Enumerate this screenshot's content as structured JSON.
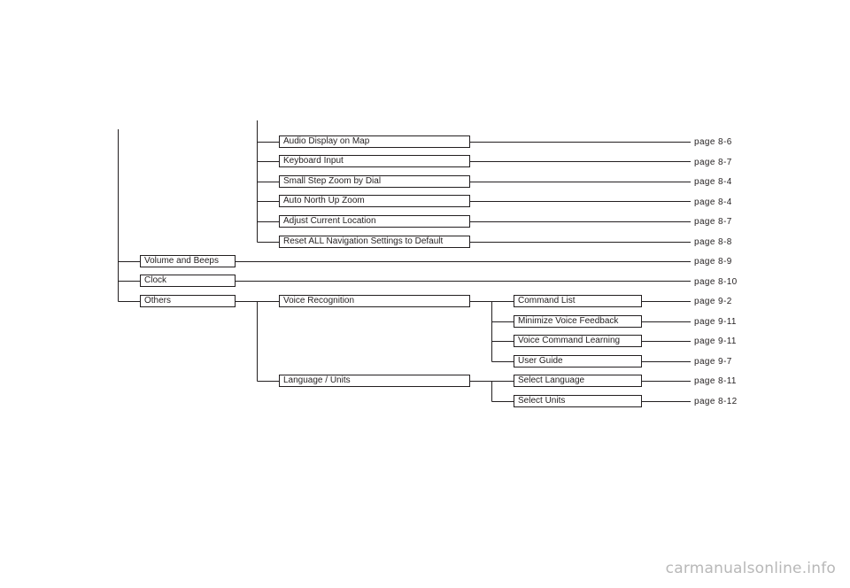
{
  "menu": {
    "navigation_items": [
      {
        "label": "Audio Display on Map",
        "page": "page 8-6"
      },
      {
        "label": "Keyboard Input",
        "page": "page 8-7"
      },
      {
        "label": "Small Step Zoom by Dial",
        "page": "page 8-4"
      },
      {
        "label": "Auto North Up Zoom",
        "page": "page 8-4"
      },
      {
        "label": "Adjust Current Location",
        "page": "page 8-7"
      },
      {
        "label": "Reset ALL Navigation Settings to Default",
        "page": "page 8-8"
      }
    ],
    "volume_and_beeps": {
      "label": "Volume and Beeps",
      "page": "page 8-9"
    },
    "clock": {
      "label": "Clock",
      "page": "page 8-10"
    },
    "others": {
      "label": "Others",
      "voice_recognition": {
        "label": "Voice Recognition",
        "children": [
          {
            "label": "Command List",
            "page": "page 9-2"
          },
          {
            "label": "Minimize Voice Feedback",
            "page": "page 9-11"
          },
          {
            "label": "Voice Command Learning",
            "page": "page 9-11"
          },
          {
            "label": "User Guide",
            "page": "page 9-7"
          }
        ]
      },
      "language_units": {
        "label": "Language / Units",
        "children": [
          {
            "label": "Select Language",
            "page": "page 8-11"
          },
          {
            "label": "Select Units",
            "page": "page 8-12"
          }
        ]
      }
    }
  },
  "watermark": "carmanualsonline.info"
}
